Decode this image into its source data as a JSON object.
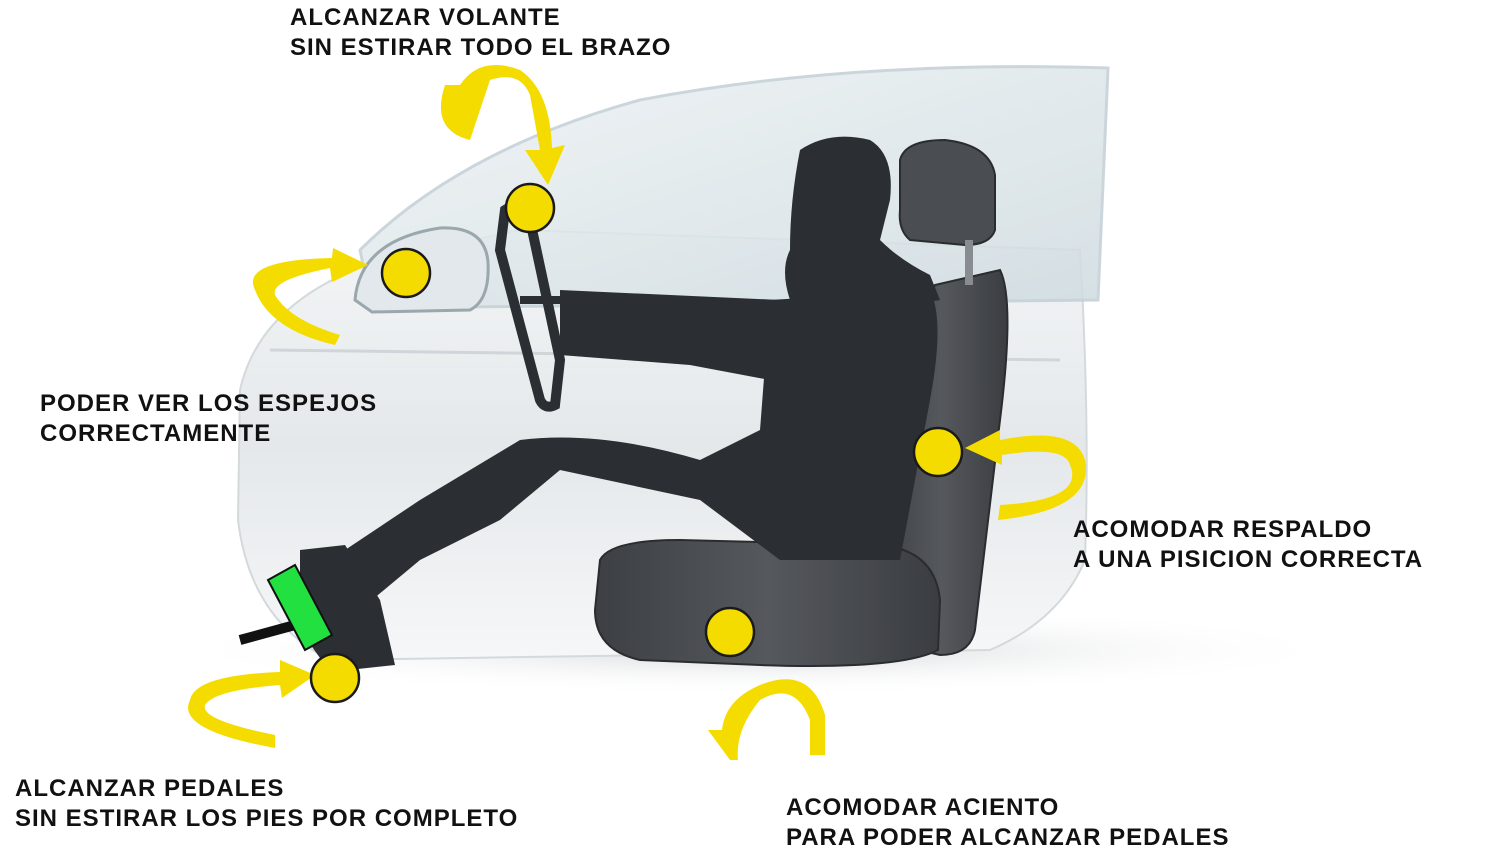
{
  "labels": {
    "steering": {
      "line1": "ALCANZAR VOLANTE",
      "line2": "SIN ESTIRAR TODO EL BRAZO"
    },
    "mirrors": {
      "line1": "PODER VER LOS ESPEJOS",
      "line2": "CORRECTAMENTE"
    },
    "backrest": {
      "line1": "ACOMODAR RESPALDO",
      "line2": "A UNA PISICION CORRECTA"
    },
    "pedals": {
      "line1": "ALCANZAR PEDALES",
      "line2": "SIN ESTIRAR LOS PIES POR COMPLETO"
    },
    "seat": {
      "line1": "ACOMODAR ACIENTO",
      "line2": "PARA PODER ALCANZAR PEDALES"
    }
  },
  "colors": {
    "marker": "#f5dc00",
    "marker_stroke": "#1a1a1a",
    "silhouette": "#2b2f33",
    "seat": "#4a4d51",
    "pedal": "#22e040",
    "glass": "#d8e3e8"
  },
  "icons": {
    "marker": "yellow-dot",
    "arrow": "curved-arrow"
  }
}
